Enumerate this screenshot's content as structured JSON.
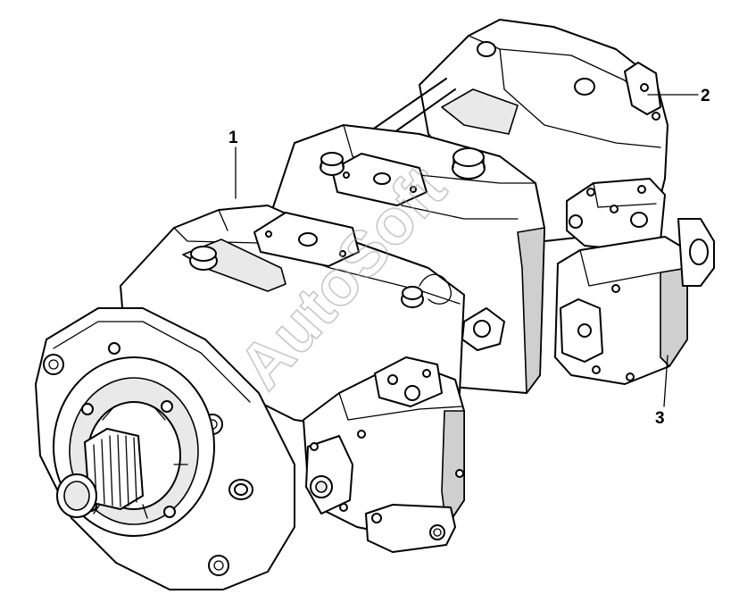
{
  "diagram": {
    "callouts": [
      {
        "id": "callout-1",
        "label": "1"
      },
      {
        "id": "callout-2",
        "label": "2"
      },
      {
        "id": "callout-3",
        "label": "3"
      }
    ],
    "watermark": "AutoSoft"
  }
}
